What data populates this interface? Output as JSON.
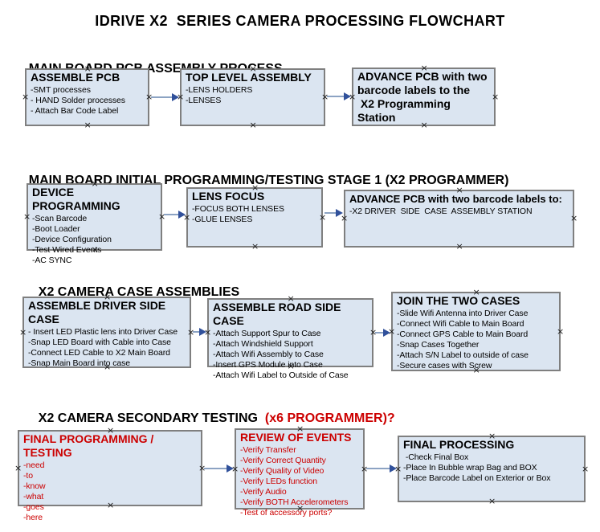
{
  "title": "IDRIVE X2  SERIES CAMERA PROCESSING FLOWCHART",
  "colors": {
    "box_fill": "#dbe5f1",
    "box_border": "#7f7f7f",
    "accent_red": "#cc0000",
    "connector_line": "#8ca3c3",
    "connector_arrow": "#31519b"
  },
  "sections": [
    {
      "heading": "MAIN BOARD PCB ASSEMBLY PROCESS",
      "boxes": [
        {
          "title": "ASSEMBLE PCB",
          "items": [
            "-SMT processes",
            "- HAND Solder processes",
            "- Attach Bar Code Label"
          ]
        },
        {
          "title": "TOP LEVEL ASSEMBLY",
          "items": [
            "-LENS HOLDERS",
            "-LENSES"
          ]
        },
        {
          "title": "ADVANCE PCB with two\nbarcode labels to the\n X2 Programming Station",
          "items": []
        }
      ]
    },
    {
      "heading": "MAIN BOARD INITIAL PROGRAMMING/TESTING STAGE 1 (X2 PROGRAMMER)",
      "boxes": [
        {
          "title": "DEVICE PROGRAMMING",
          "items": [
            "-Scan Barcode",
            "-Boot Loader",
            "-Device Configuration",
            "-Test Wired Events",
            "-AC SYNC"
          ]
        },
        {
          "title": "LENS FOCUS",
          "items": [
            "-FOCUS BOTH LENSES",
            "-GLUE LENSES"
          ]
        },
        {
          "title": "ADVANCE PCB with two barcode labels to:",
          "items": [
            "-X2 DRIVER  SIDE  CASE  ASSEMBLY STATION"
          ]
        }
      ]
    },
    {
      "heading": "X2 CAMERA CASE ASSEMBLIES",
      "boxes": [
        {
          "title": "ASSEMBLE DRIVER SIDE CASE",
          "items": [
            "- Insert LED Plastic lens into Driver Case",
            "-Snap LED Board with Cable into Case",
            "-Connect LED Cable to X2 Main Board",
            "-Snap Main Board into case"
          ]
        },
        {
          "title": "ASSEMBLE ROAD SIDE CASE",
          "items": [
            "-Attach Support Spur to Case",
            "-Attach Windshield Support",
            "-Attach Wifi Assembly to Case",
            "-Insert GPS Module into Case",
            "-Attach Wifi Label to Outside of Case"
          ]
        },
        {
          "title": "JOIN THE TWO CASES",
          "items": [
            "-Slide Wifi Antenna into Driver Case",
            "-Connect Wifi Cable to Main Board",
            "-Connect GPS Cable to Main Board",
            "-Snap Cases Together",
            "-Attach S/N Label to outside of case",
            "-Secure cases with Screw"
          ]
        }
      ]
    },
    {
      "heading": "X2 CAMERA SECONDARY TESTING  ",
      "heading_suffix": "(x6 PROGRAMMER)?",
      "boxes": [
        {
          "title": "FINAL PROGRAMMING / TESTING",
          "items": [
            "-need",
            "-to",
            "-know",
            "-what",
            "-goes",
            "-here"
          ]
        },
        {
          "title": "REVIEW OF EVENTS",
          "items": [
            "-Verify Transfer",
            "-Verify Correct Quantity",
            "-Verify Quality of Video",
            "-Verify LEDs function",
            "-Verify Audio",
            "-Verify BOTH Accelerometers",
            "-Test of accessory ports?"
          ]
        },
        {
          "title": "FINAL PROCESSING",
          "items": [
            " -Check Final Box",
            "-Place In Bubble wrap Bag and BOX",
            "-Place Barcode Label on Exterior or Box"
          ]
        }
      ]
    }
  ]
}
